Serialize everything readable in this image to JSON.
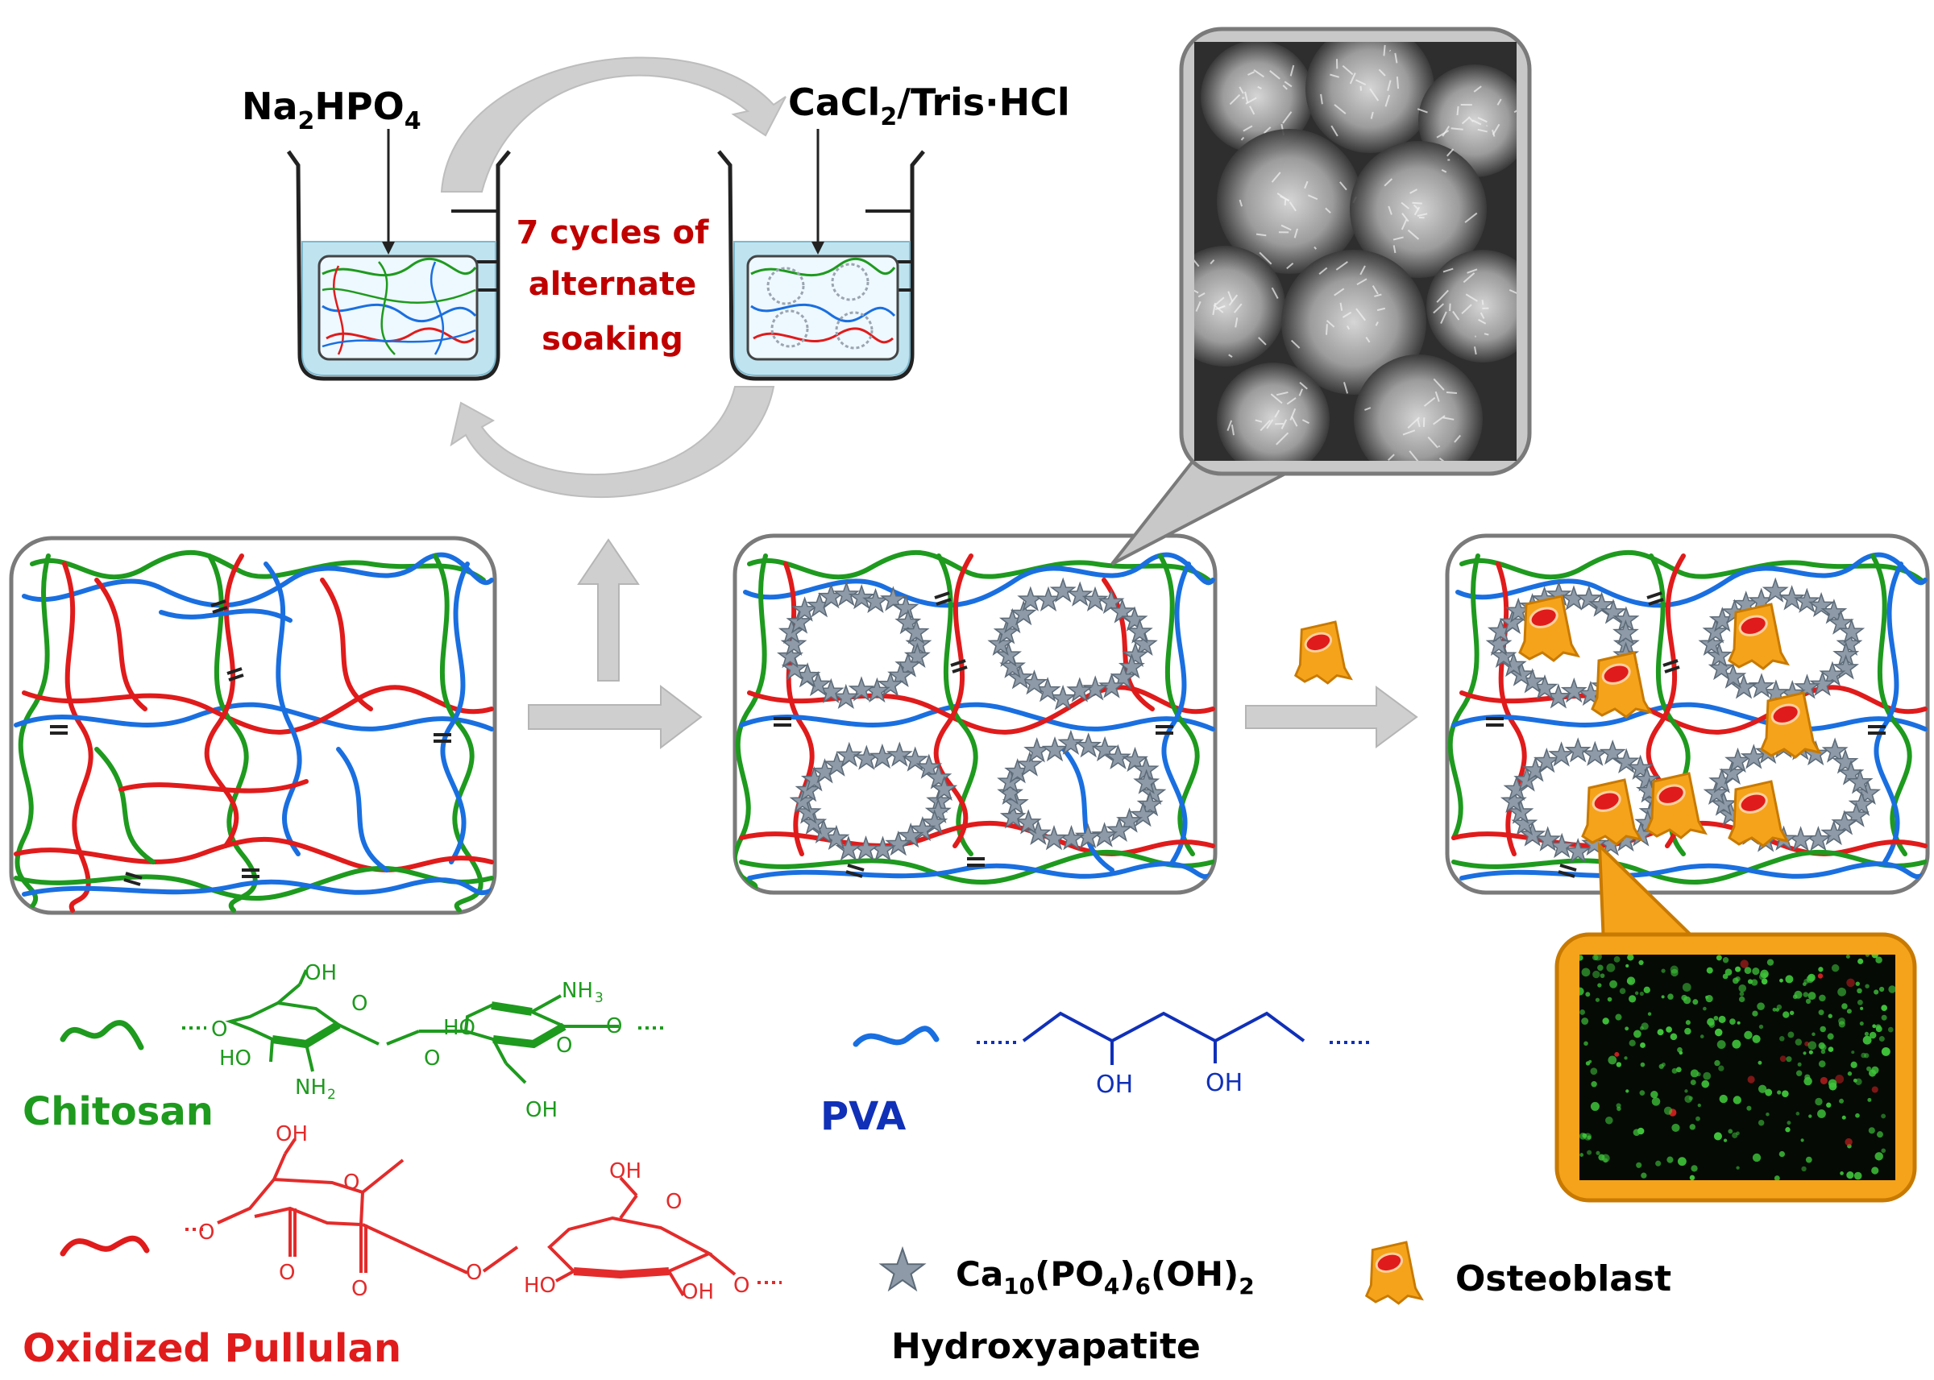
{
  "colors": {
    "chitosan": "#1e9a1e",
    "pva": "#1a6fe0",
    "pullulan": "#e01b1b",
    "struct_green": "#1b8a1b",
    "struct_blue": "#1030b8",
    "struct_red": "#e32b2b",
    "arrow": "#cfcfcf",
    "panel_border": "#7a7a7a",
    "cycle_text": "#c00000",
    "osteoblast": "#f5a31a",
    "star": "#8e9aa8",
    "water": "#bfe4f0"
  },
  "process": {
    "left_reagent_main": "Na",
    "left_reagent_sub1": "2",
    "left_reagent_mid": "HPO",
    "left_reagent_sub2": "4",
    "right_reagent_main": "CaCl",
    "right_reagent_sub": "2",
    "right_reagent_rest": "/Tris·HCl",
    "cycle_line1": "7 cycles of",
    "cycle_line2": "alternate",
    "cycle_line3": "soaking"
  },
  "legend": {
    "chitosan": "Chitosan",
    "pva": "PVA",
    "pullulan": "Oxidized Pullulan",
    "hap_formula_main": "Ca",
    "hap_formula_sub1": "10",
    "hap_formula_mid": "(PO",
    "hap_formula_sub2": "4",
    "hap_formula_mid2": ")",
    "hap_formula_sub3": "6",
    "hap_formula_rest": "(OH)",
    "hap_formula_sub4": "2",
    "hap_name": "Hydroxyapatite",
    "osteoblast": "Osteoblast"
  },
  "chem": {
    "chitosan_oh_top": "OH",
    "chitosan_nh3": "NH",
    "chitosan_nh3_sub": "3",
    "chitosan_ho_left": "HO",
    "chitosan_ho_mid": "HO",
    "chitosan_nh2": "NH",
    "chitosan_nh2_sub": "2",
    "chitosan_oh_bottom": "OH",
    "chitosan_o_left": "O",
    "chitosan_o_right": "O",
    "chitosan_o_link": "O",
    "chitosan_ring_o1": "O",
    "chitosan_ring_o2": "O",
    "pva_oh1": "OH",
    "pva_oh2": "OH",
    "pullulan_oh_top": "OH",
    "pullulan_oh_right_top": "OH",
    "pullulan_o_left": "O",
    "pullulan_o_mid": "O",
    "pullulan_ring_o1": "O",
    "pullulan_ring_o2": "O",
    "pullulan_cho1": "O",
    "pullulan_cho2": "O",
    "pullulan_ho": "HO",
    "pullulan_oh_bottom": "OH",
    "pullulan_o_end": "O"
  }
}
